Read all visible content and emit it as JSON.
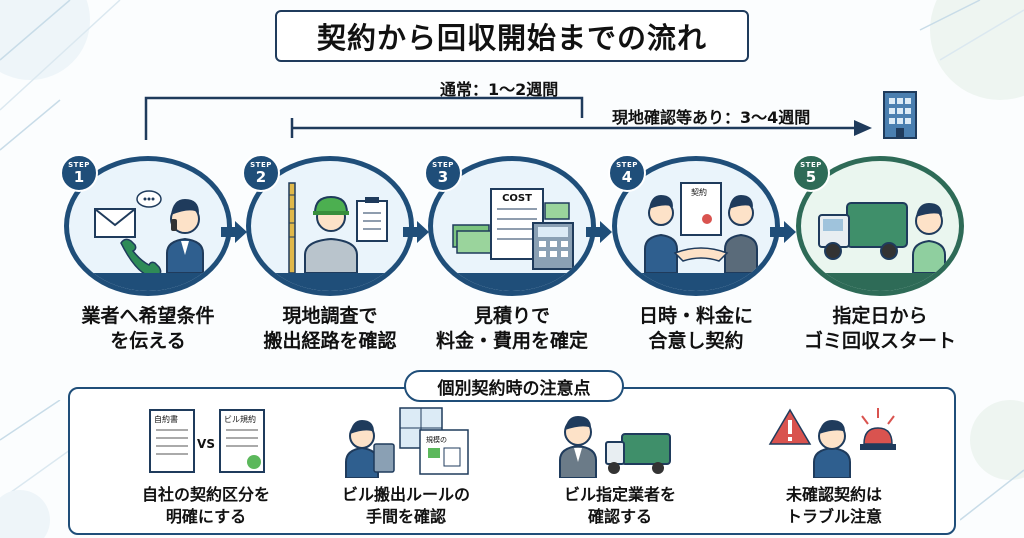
{
  "title": "契約から回収開始までの流れ",
  "timeline": {
    "normal": "通常：1〜2週間",
    "long": "現地確認等あり：3〜4週間"
  },
  "badge_label": "STEP",
  "steps": [
    {
      "num": "1",
      "line1": "業者へ希望条件",
      "line2": "を伝える",
      "icon": "phone-email-icon"
    },
    {
      "num": "2",
      "line1": "現地調査で",
      "line2": "搬出経路を確認",
      "icon": "worker-survey-icon"
    },
    {
      "num": "3",
      "line1": "見積りで",
      "line2": "料金・費用を確定",
      "icon": "cost-estimate-icon",
      "art_text": "COST"
    },
    {
      "num": "4",
      "line1": "日時・料金に",
      "line2": "合意し契約",
      "icon": "handshake-contract-icon",
      "art_text": "契約"
    },
    {
      "num": "5",
      "line1": "指定日から",
      "line2": "ゴミ回収スタート",
      "icon": "garbage-truck-icon"
    }
  ],
  "notes": {
    "title": "個別契約時の注意点",
    "items": [
      {
        "line1": "自社の契約区分を",
        "line2": "明確にする",
        "icon": "contract-compare-icon",
        "art_left": "自約書",
        "art_vs": "VS",
        "art_right": "ビル規約"
      },
      {
        "line1": "ビル搬出ルールの",
        "line2": "手間を確認",
        "icon": "building-rules-icon",
        "art_text": "規模の"
      },
      {
        "line1": "ビル指定業者を",
        "line2": "確認する",
        "icon": "designated-vendor-icon"
      },
      {
        "line1": "未確認契約は",
        "line2": "トラブル注意",
        "icon": "warning-alarm-icon"
      }
    ]
  },
  "colors": {
    "navy": "#1f4e79",
    "green": "#2e6b57",
    "bg_light": "#eaf4fb",
    "bg_green": "#eaf6ef"
  }
}
